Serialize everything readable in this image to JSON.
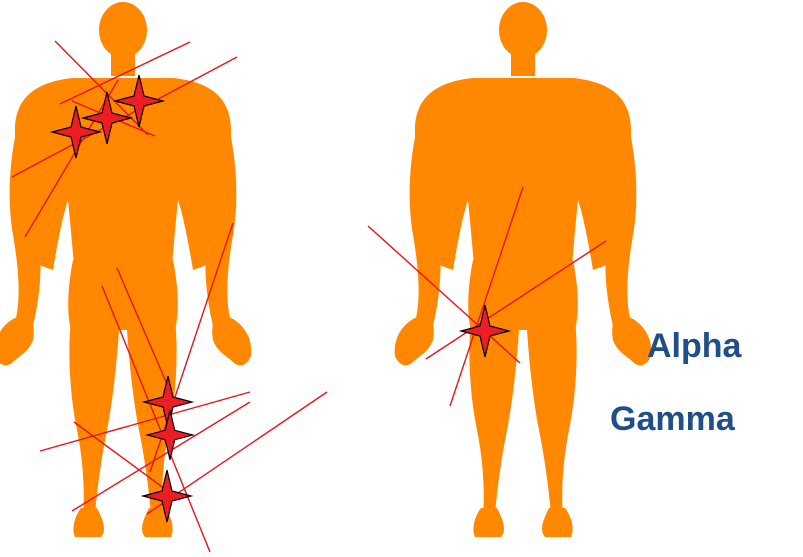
{
  "labels": {
    "alpha": "Alpha",
    "gamma": "Gamma"
  },
  "colors": {
    "body": "#FF8800",
    "line": "#E8141C",
    "star": "#EE1C24",
    "label": "#1F4E8A"
  },
  "icons": {
    "figure": "human-body-silhouette",
    "marker": "four-point-star"
  },
  "figures": [
    {
      "view": "front",
      "marker_count": 6
    },
    {
      "view": "back",
      "marker_count": 1
    }
  ]
}
